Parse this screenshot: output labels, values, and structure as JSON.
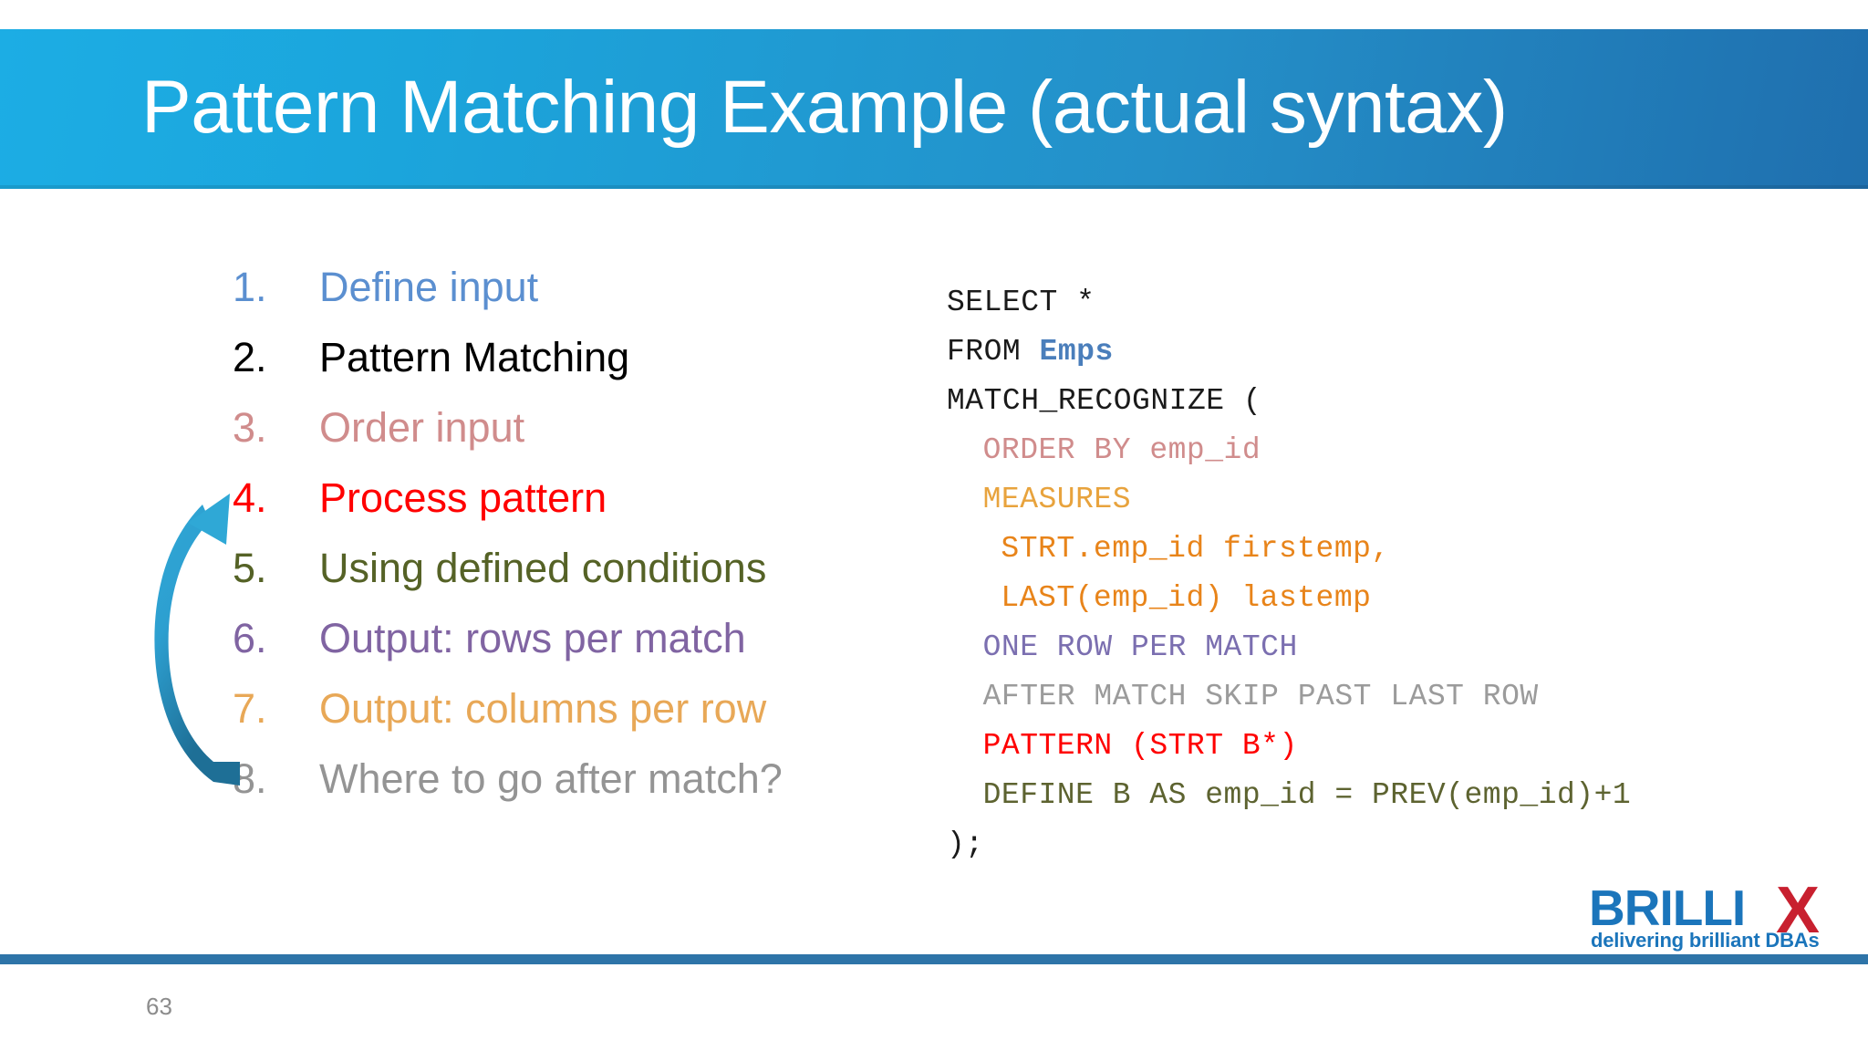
{
  "slide": {
    "title": "Pattern Matching Example (actual syntax)",
    "page_number": "63",
    "banner_color_left": "#1CADE4",
    "banner_color_right": "#1F6FAE",
    "footer_rule_color": "#2E74A8"
  },
  "steps": [
    {
      "num": "1.",
      "label": "Define input",
      "color": "#5B8FD0"
    },
    {
      "num": "2.",
      "label": "Pattern Matching",
      "color": "#000000"
    },
    {
      "num": "3.",
      "label": "Order input",
      "color": "#D08C8C"
    },
    {
      "num": "4.",
      "label": "Process pattern",
      "color": "#FF0000"
    },
    {
      "num": "5.",
      "label": "Using defined conditions",
      "color": "#556226"
    },
    {
      "num": "6.",
      "label": "Output: rows per match",
      "color": "#8064A2"
    },
    {
      "num": "7.",
      "label": "Output: columns per row",
      "color": "#E8A857"
    },
    {
      "num": "8.",
      "label": "Where to go after match?",
      "color": "#949494"
    }
  ],
  "arrow": {
    "name": "curved-loop-arrow",
    "color_light": "#2BA6D8",
    "color_dark": "#1D6F96"
  },
  "sql": {
    "lines": [
      {
        "indent": 0,
        "text": "SELECT *",
        "color": "#1A1A1A"
      },
      {
        "indent": 0,
        "text": "FROM ",
        "color": "#1A1A1A",
        "tail": "Emps",
        "tail_color": "#4A7EBB"
      },
      {
        "indent": 0,
        "text": "MATCH_RECOGNIZE (",
        "color": "#1A1A1A"
      },
      {
        "indent": 1,
        "text": "ORDER BY emp_id",
        "color": "#D08C8C"
      },
      {
        "indent": 1,
        "text": "MEASURES",
        "color": "#E8A33D"
      },
      {
        "indent": 2,
        "text": "STRT.emp_id firstemp,",
        "color": "#E8841A"
      },
      {
        "indent": 2,
        "text": "LAST(emp_id) lastemp",
        "color": "#E8841A"
      },
      {
        "indent": 1,
        "text": "ONE ROW PER MATCH",
        "color": "#7B6FB0"
      },
      {
        "indent": 1,
        "text": "AFTER MATCH SKIP PAST LAST ROW",
        "color": "#9B9B9B"
      },
      {
        "indent": 1,
        "text": "PATTERN (STRT B*)",
        "color": "#FF0000"
      },
      {
        "indent": 1,
        "text": "DEFINE B AS emp_id = PREV(emp_id)+1",
        "color": "#5D6330"
      },
      {
        "indent": 0,
        "text": ");",
        "color": "#1A1A1A"
      }
    ]
  },
  "logo": {
    "word": "BRILLI",
    "letter_x": "X",
    "tagline": "delivering brilliant DBAs",
    "blue": "#1B75BB",
    "red": "#C8202F"
  }
}
